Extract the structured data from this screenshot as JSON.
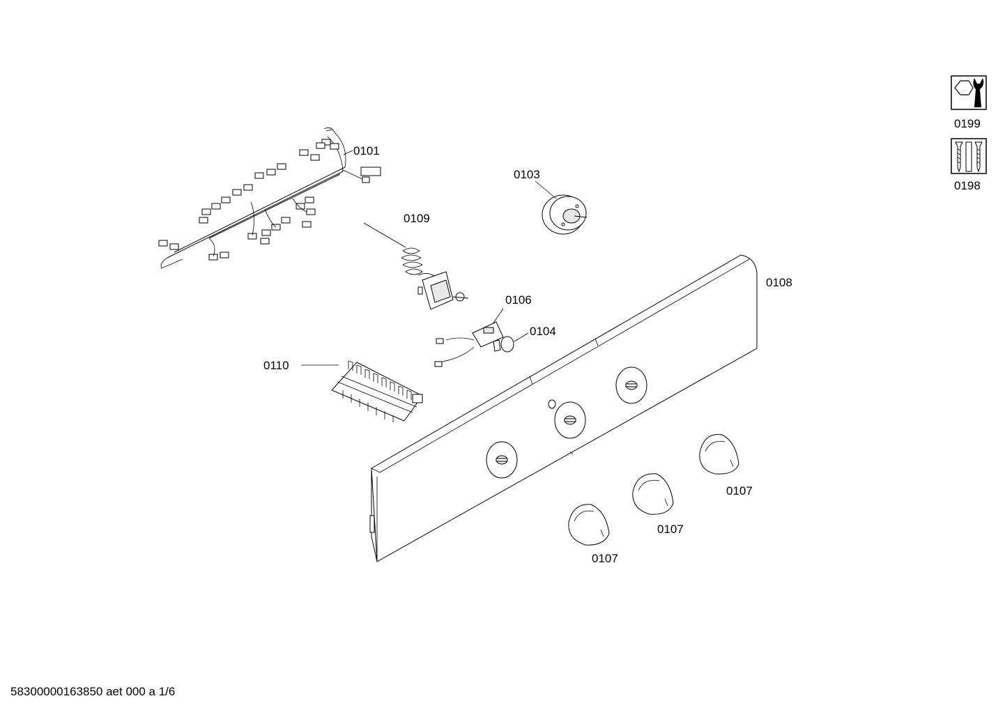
{
  "labels": {
    "p0101": "0101",
    "p0103": "0103",
    "p0109": "0109",
    "p0108": "0108",
    "p0106": "0106",
    "p0104": "0104",
    "p0110": "0110",
    "p0107a": "0107",
    "p0107b": "0107",
    "p0107c": "0107",
    "p0199": "0199",
    "p0198": "0198"
  },
  "footer": {
    "code": "58300000163850 aet 000 a 1/6"
  },
  "icons": {
    "service": "wrench-nut-icon",
    "screws": "screws-icon"
  }
}
